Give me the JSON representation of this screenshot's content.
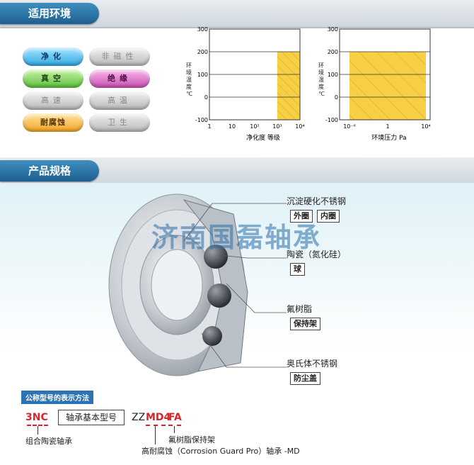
{
  "section1": {
    "title": "适用环境"
  },
  "pills": [
    {
      "label": "净化",
      "style": "blue"
    },
    {
      "label": "非磁性",
      "style": "gray"
    },
    {
      "label": "真空",
      "style": "green"
    },
    {
      "label": "绝缘",
      "style": "pink"
    },
    {
      "label": "高速",
      "style": "gray"
    },
    {
      "label": "高温",
      "style": "gray"
    },
    {
      "label": "耐腐蚀",
      "style": "orange"
    },
    {
      "label": "卫生",
      "style": "gray"
    }
  ],
  "chart_data": [
    {
      "type": "area",
      "ylabel": "环境温度 ℃",
      "xlabel": "净化度 等级",
      "yticks": [
        "300",
        "200",
        "100",
        "0",
        "-100"
      ],
      "xticks": [
        "1",
        "10",
        "10²",
        "10³",
        "10⁴"
      ],
      "ylim": [
        -100,
        300
      ],
      "region": {
        "x_from": "10³",
        "x_to": "10⁴",
        "y_from": -100,
        "y_to": 200
      },
      "fill": "#f7cf45"
    },
    {
      "type": "area",
      "ylabel": "环境温度 ℃",
      "xlabel": "环境压力 Pa",
      "yticks": [
        "300",
        "200",
        "100",
        "0",
        "-100"
      ],
      "xticks": [
        "10⁻⁶",
        "1",
        "10⁴"
      ],
      "ylim": [
        -100,
        300
      ],
      "region": {
        "x_from": "10⁻⁶",
        "x_to": "10⁴",
        "y_from": -100,
        "y_to": 200
      },
      "fill": "#f7cf45"
    }
  ],
  "section2": {
    "title": "产品规格"
  },
  "components": [
    {
      "name": "沉淀硬化不锈钢",
      "parts": [
        "外圈",
        "内圈"
      ]
    },
    {
      "name": "陶瓷（氮化硅）",
      "parts": [
        "球"
      ]
    },
    {
      "name": "氟树脂",
      "parts": [
        "保持架"
      ]
    },
    {
      "name": "奥氏体不锈钢",
      "parts": [
        "防尘盖"
      ]
    }
  ],
  "watermark": "济南国磊轴承",
  "designation": {
    "title": "公称型号的表示方法",
    "prefix": "3NC",
    "base": "轴承基本型号",
    "zz": "ZZ",
    "md": "MD4",
    "fa": "FA",
    "desc_prefix": "组合陶瓷轴承",
    "desc_fa": "氟树脂保持架",
    "desc_md": "高耐腐蚀（Corrosion Guard Pro）轴承 -MD"
  },
  "colors": {
    "accent_blue": "#2b73b5",
    "accent_red": "#d8252b",
    "chart_fill": "#f7cf45"
  }
}
